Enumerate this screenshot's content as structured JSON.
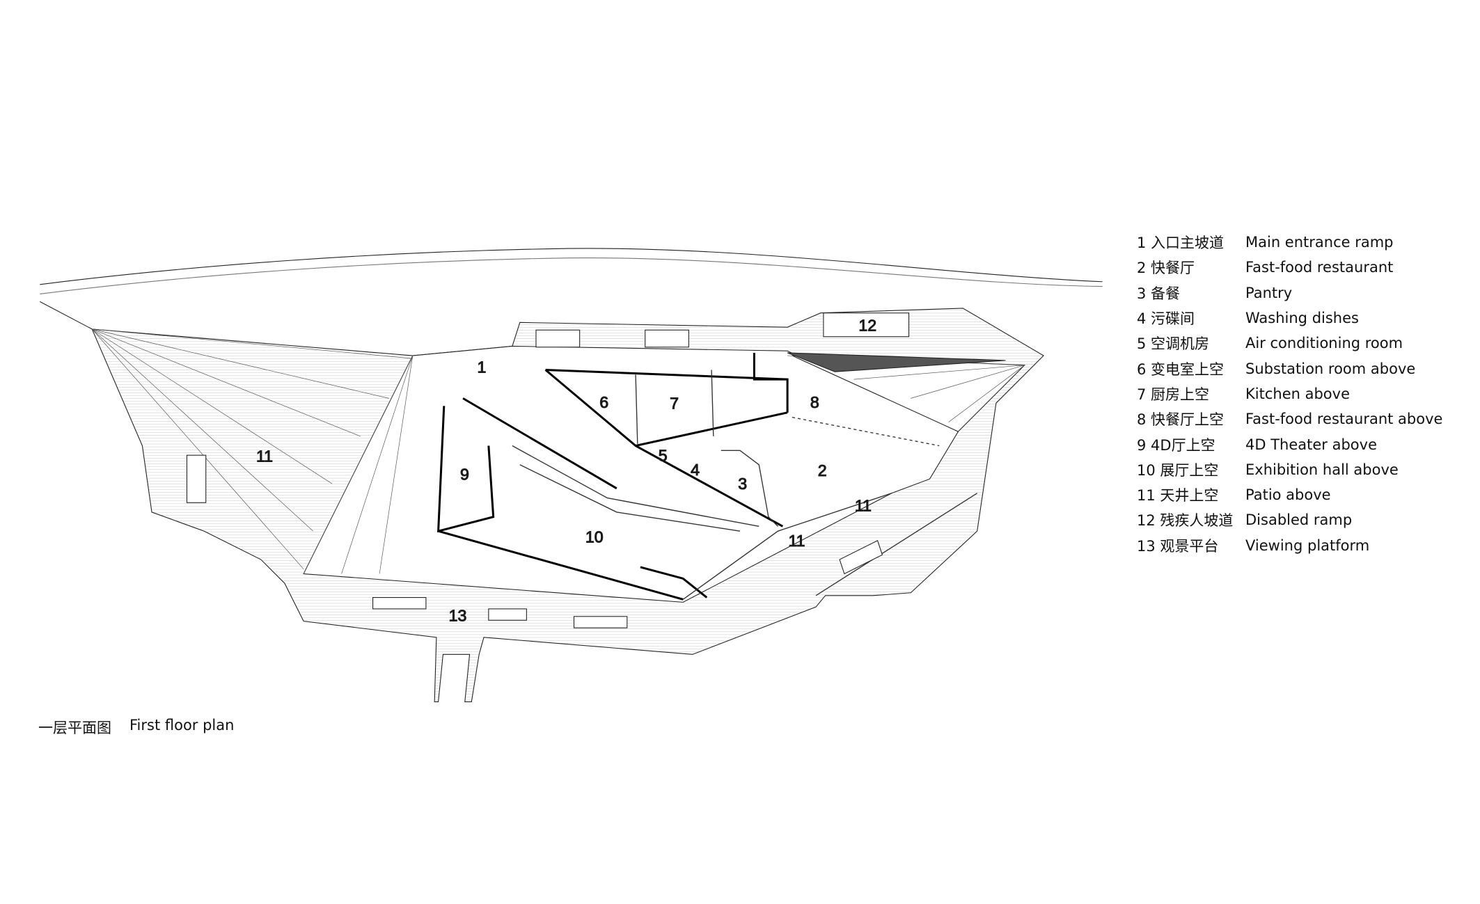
{
  "plan_labels": {
    "r1": "1",
    "r2": "2",
    "r3": "3",
    "r4": "4",
    "r5": "5",
    "r6": "6",
    "r7": "7",
    "r8": "8",
    "r9": "9",
    "r10": "10",
    "r11a": "11",
    "r11b": "11",
    "r11c": "11",
    "r12": "12",
    "r13": "13"
  },
  "legend": [
    {
      "cn": "1 入口主坡道",
      "en": "Main entrance ramp"
    },
    {
      "cn": "2 快餐厅",
      "en": "Fast-food restaurant"
    },
    {
      "cn": "3 备餐",
      "en": "Pantry"
    },
    {
      "cn": "4 污碟间",
      "en": "Washing dishes"
    },
    {
      "cn": "5 空调机房",
      "en": "Air conditioning room"
    },
    {
      "cn": "6 变电室上空",
      "en": "Substation room above"
    },
    {
      "cn": "7 厨房上空",
      "en": "Kitchen above"
    },
    {
      "cn": "8 快餐厅上空",
      "en": "Fast-food restaurant above"
    },
    {
      "cn": "9 4D厅上空",
      "en": "4D Theater above"
    },
    {
      "cn": "10 展厅上空",
      "en": "Exhibition hall above"
    },
    {
      "cn": "11 天井上空",
      "en": "Patio above"
    },
    {
      "cn": "12 残疾人坡道",
      "en": "Disabled ramp"
    },
    {
      "cn": "13 观景平台",
      "en": "Viewing platform"
    }
  ],
  "caption": {
    "cn": "一层平面图",
    "en": "First floor plan"
  }
}
